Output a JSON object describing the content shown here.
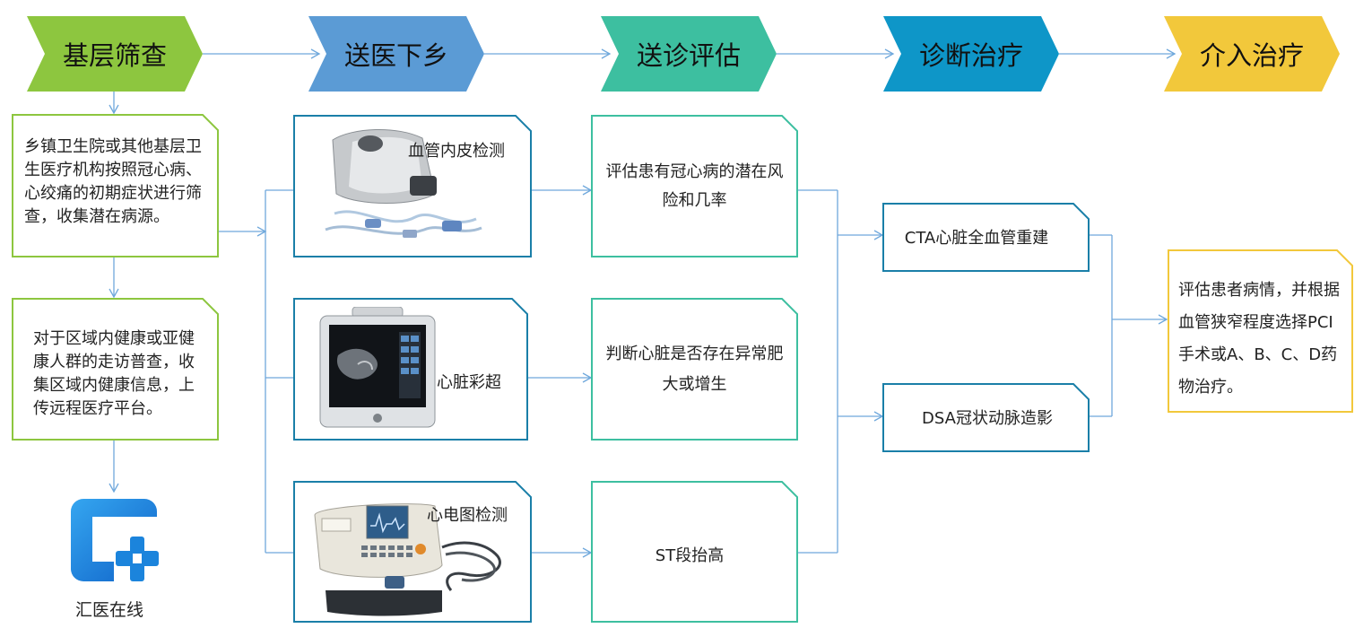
{
  "colors": {
    "step1": "#8dc63f",
    "step2": "#5b9bd5",
    "step3": "#3dbfa0",
    "step4": "#0e96c8",
    "step5": "#f2c83b",
    "box_green": "#8dc63f",
    "box_blue": "#1a7fa8",
    "box_teal": "#3dbfa0",
    "box_yellow": "#f2c83b",
    "connector": "#6fa8dc",
    "logo_blue": "#1f86e0"
  },
  "stages": [
    {
      "label": "基层筛查"
    },
    {
      "label": "送医下乡"
    },
    {
      "label": "送诊评估"
    },
    {
      "label": "诊断治疗"
    },
    {
      "label": "介入治疗"
    }
  ],
  "screening": {
    "box1": "乡镇卫生院或其他基层卫生医疗机构按照冠心病、心绞痛的初期症状进行筛查，收集潜在病源。",
    "box2": "对于区域内健康或亚健康人群的走访普查，收集区域内健康信息，上传远程医疗平台。"
  },
  "logo": {
    "label": "汇医在线",
    "icon": "huiyi-logo-icon"
  },
  "devices": [
    {
      "label": "血管内皮检测",
      "icon": "vascular-endothelium-device"
    },
    {
      "label": "心脏彩超",
      "icon": "ultrasound-monitor"
    },
    {
      "label": "心电图检测",
      "icon": "ecg-machine"
    }
  ],
  "evaluations": [
    {
      "text": "评估患有冠心病的潜在风险和几率"
    },
    {
      "text": "判断心脏是否存在异常肥大或增生"
    },
    {
      "text": "ST段抬高"
    }
  ],
  "diagnosis": [
    {
      "text": "CTA心脏全血管重建"
    },
    {
      "text": "DSA冠状动脉造影"
    }
  ],
  "intervention": {
    "text": "评估患者病情，并根据血管狭窄程度选择PCI手术或A、B、C、D药物治疗。"
  }
}
